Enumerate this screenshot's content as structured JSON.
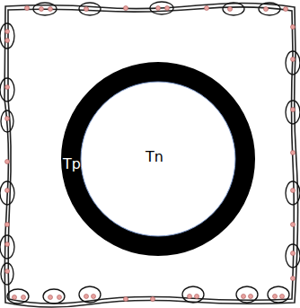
{
  "diagram": {
    "nodes": [
      {
        "text": [
          "Tp"
        ]
      },
      {
        "text": [
          "Tn"
        ],
        "in": 0
      }
    ]
  }
}
